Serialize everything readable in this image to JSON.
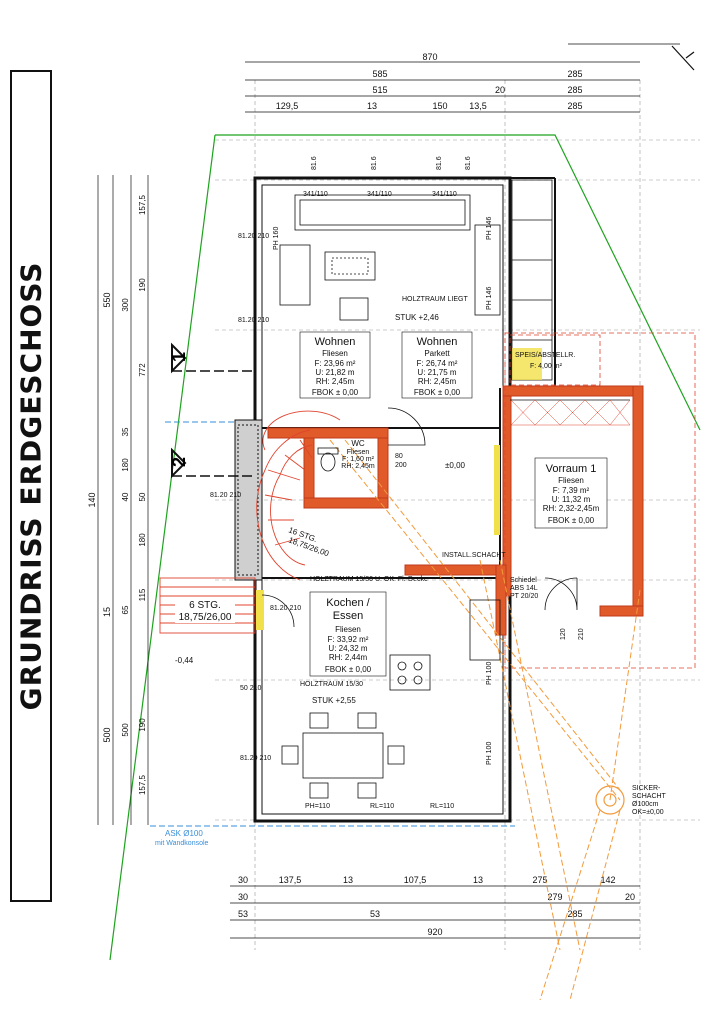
{
  "title": "GRUNDRISS ERDGESCHOSS",
  "dims_top": {
    "total": "870",
    "row2": [
      "585",
      "285"
    ],
    "row3": [
      "515",
      "20",
      "285"
    ],
    "row4": [
      "129,5",
      "13",
      "150",
      "13,5",
      "285"
    ]
  },
  "dims_bottom": {
    "row1": [
      "30",
      "137,5",
      "13",
      "107,5",
      "13",
      "275",
      "142"
    ],
    "row2": [
      "30",
      "279",
      "20"
    ],
    "row3": [
      "53",
      "53",
      "285"
    ],
    "total": "920"
  },
  "dims_left": {
    "outer": "140",
    "mid": [
      "550",
      "500"
    ],
    "inner": [
      "15"
    ],
    "fine": [
      "157,5",
      "190",
      "300",
      "772",
      "35",
      "180",
      "40",
      "50",
      "180",
      "115",
      "65",
      "500",
      "190",
      "157,5"
    ]
  },
  "windows_top": [
    "341/110",
    "341/110",
    "341/110"
  ],
  "window_marks": [
    "81.6",
    "81.6",
    "81.6",
    "81.6"
  ],
  "window_left": [
    "81.20 210",
    "81.20 210",
    "81.20 210",
    "81.20 210",
    "50 210",
    "81.20 210"
  ],
  "window_right": [
    "PH 146",
    "PH 146",
    "PH 100",
    "PH 100"
  ],
  "rooms": {
    "wohnen1": {
      "name": "Wohnen",
      "f": "Fliesen",
      "area": "F: 23,96 m²",
      "u": "U: 21,82 m",
      "rh": "RH: 2,45m",
      "fbok": "FBOK ± 0,00"
    },
    "wohnen2": {
      "name": "Wohnen",
      "f": "Parkett",
      "area": "F: 26,74 m²",
      "u": "U: 21,75 m",
      "rh": "RH: 2,45m",
      "fbok": "FBOK ± 0,00"
    },
    "wc": {
      "name": "WC",
      "f": "Fliesen",
      "area": "F: 1,60 m²",
      "rh": "RH: 2,45m"
    },
    "vorraum": {
      "name": "Vorraum 1",
      "f": "Fliesen",
      "area": "F: 7,39 m²",
      "u": "U: 11,32 m",
      "rh": "RH: 2,32-2,45m",
      "fbok": "FBOK ± 0,00"
    },
    "kochen": {
      "name1": "Kochen /",
      "name2": "Essen",
      "f": "Fliesen",
      "area": "F: 33,92 m²",
      "u": "U: 24,32 m",
      "rh": "RH: 2,44m",
      "fbok": "FBOK ± 0,00"
    },
    "speis": {
      "name": "SPEIS/ABSTELLR.",
      "area": "F: 4,00 m²"
    }
  },
  "labels": {
    "holztraum_liegt": "HOLZTRAUM LIEGT",
    "stuk1": "STUK +2,46",
    "stuk2": "STUK +2,55",
    "holztraum_1530": "HOLZTRAUM 15/30",
    "holztraum_mid": "HOLZTRAUM 15/30 U. OK. Fl.-Decke",
    "stg16": "16 STG.",
    "stg16b": "18,75/26,00",
    "stg6": "6 STG.",
    "stg6b": "18,75/26,00",
    "level0": "±0,00",
    "levelm": "-0,44",
    "install": "INSTALL.SCHACHT",
    "schiedel": "Schiedel",
    "abs": "ABS 14L",
    "pt": "PT 20/20",
    "sicker1": "SICKER-",
    "sicker2": "SCHACHT",
    "sicker3": "Ø100cm",
    "sicker4": "OK=±0,00",
    "ask": "ASK Ø100",
    "wandkonsole": "mit Wandkonsole",
    "door_wc": "80",
    "door_wc2": "200",
    "door_v1": "120",
    "door_v2": "210",
    "ph110": "PH=110",
    "rl110a": "RL=110",
    "rl110b": "RL=110",
    "ph160": "PH 160",
    "section1": "1",
    "section2": "2"
  },
  "colors": {
    "wall": "#111111",
    "brick": "#e05a2a",
    "brick_dark": "#c0391b",
    "yellow": "#f2e04a",
    "green": "#1fa31f",
    "blue": "#3a8fd8",
    "red": "#e0442f",
    "orange": "#f39a3a"
  }
}
